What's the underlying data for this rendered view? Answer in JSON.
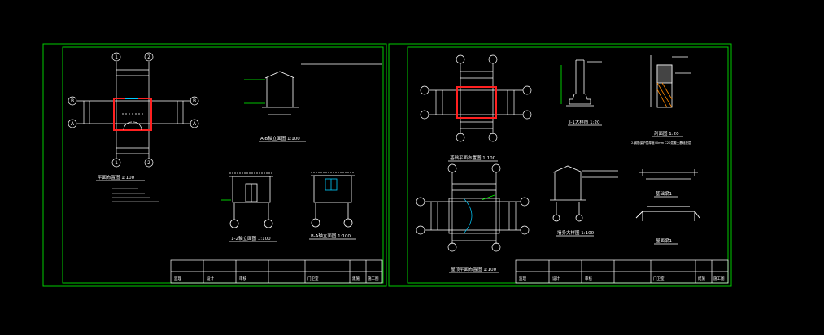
{
  "colors": {
    "background": "#000000",
    "frame": "#00cc00",
    "line": "#ffffff",
    "wall": "#ff2020",
    "window": "#00ccff",
    "dim": "#00ff00",
    "hatch": "#ff8800"
  },
  "sheet1": {
    "grid": {
      "top_left": "1",
      "top_right": "2",
      "left_upper": "B",
      "left_lower": "A",
      "right_upper": "B",
      "right_lower": "A",
      "bottom_left": "1",
      "bottom_right": "2"
    },
    "plan_title": "平面布置图 1:100",
    "section_title": "A-B轴立面图 1:100",
    "elev1_title": "1-2轴立面图 1:100",
    "elev2_title": "B-A轴立面图 1:100",
    "title_block": {
      "cell_a": "监理",
      "cell_b": "设计",
      "cell_c": "审核",
      "cell_d": "门卫室",
      "cell_e": "建施",
      "cell_f": "施工图"
    }
  },
  "sheet2": {
    "plan1_title": "基础平面布置图 1:100",
    "plan2_title": "屋顶平面布置图 1:100",
    "detail1_title": "J-1大样图 1:20",
    "detail2_title": "剖面图 1:20",
    "detail2_note": "2.钢筋保护层厚度40mm  C20混凝土基础垫层",
    "section_title": "墙身大样图 1:100",
    "beam1_title": "基础梁1",
    "beam2_title": "屋面梁1",
    "title_block": {
      "cell_a": "监理",
      "cell_b": "设计",
      "cell_c": "审核",
      "cell_d": "门卫室",
      "cell_e": "结施",
      "cell_f": "施工图"
    }
  }
}
